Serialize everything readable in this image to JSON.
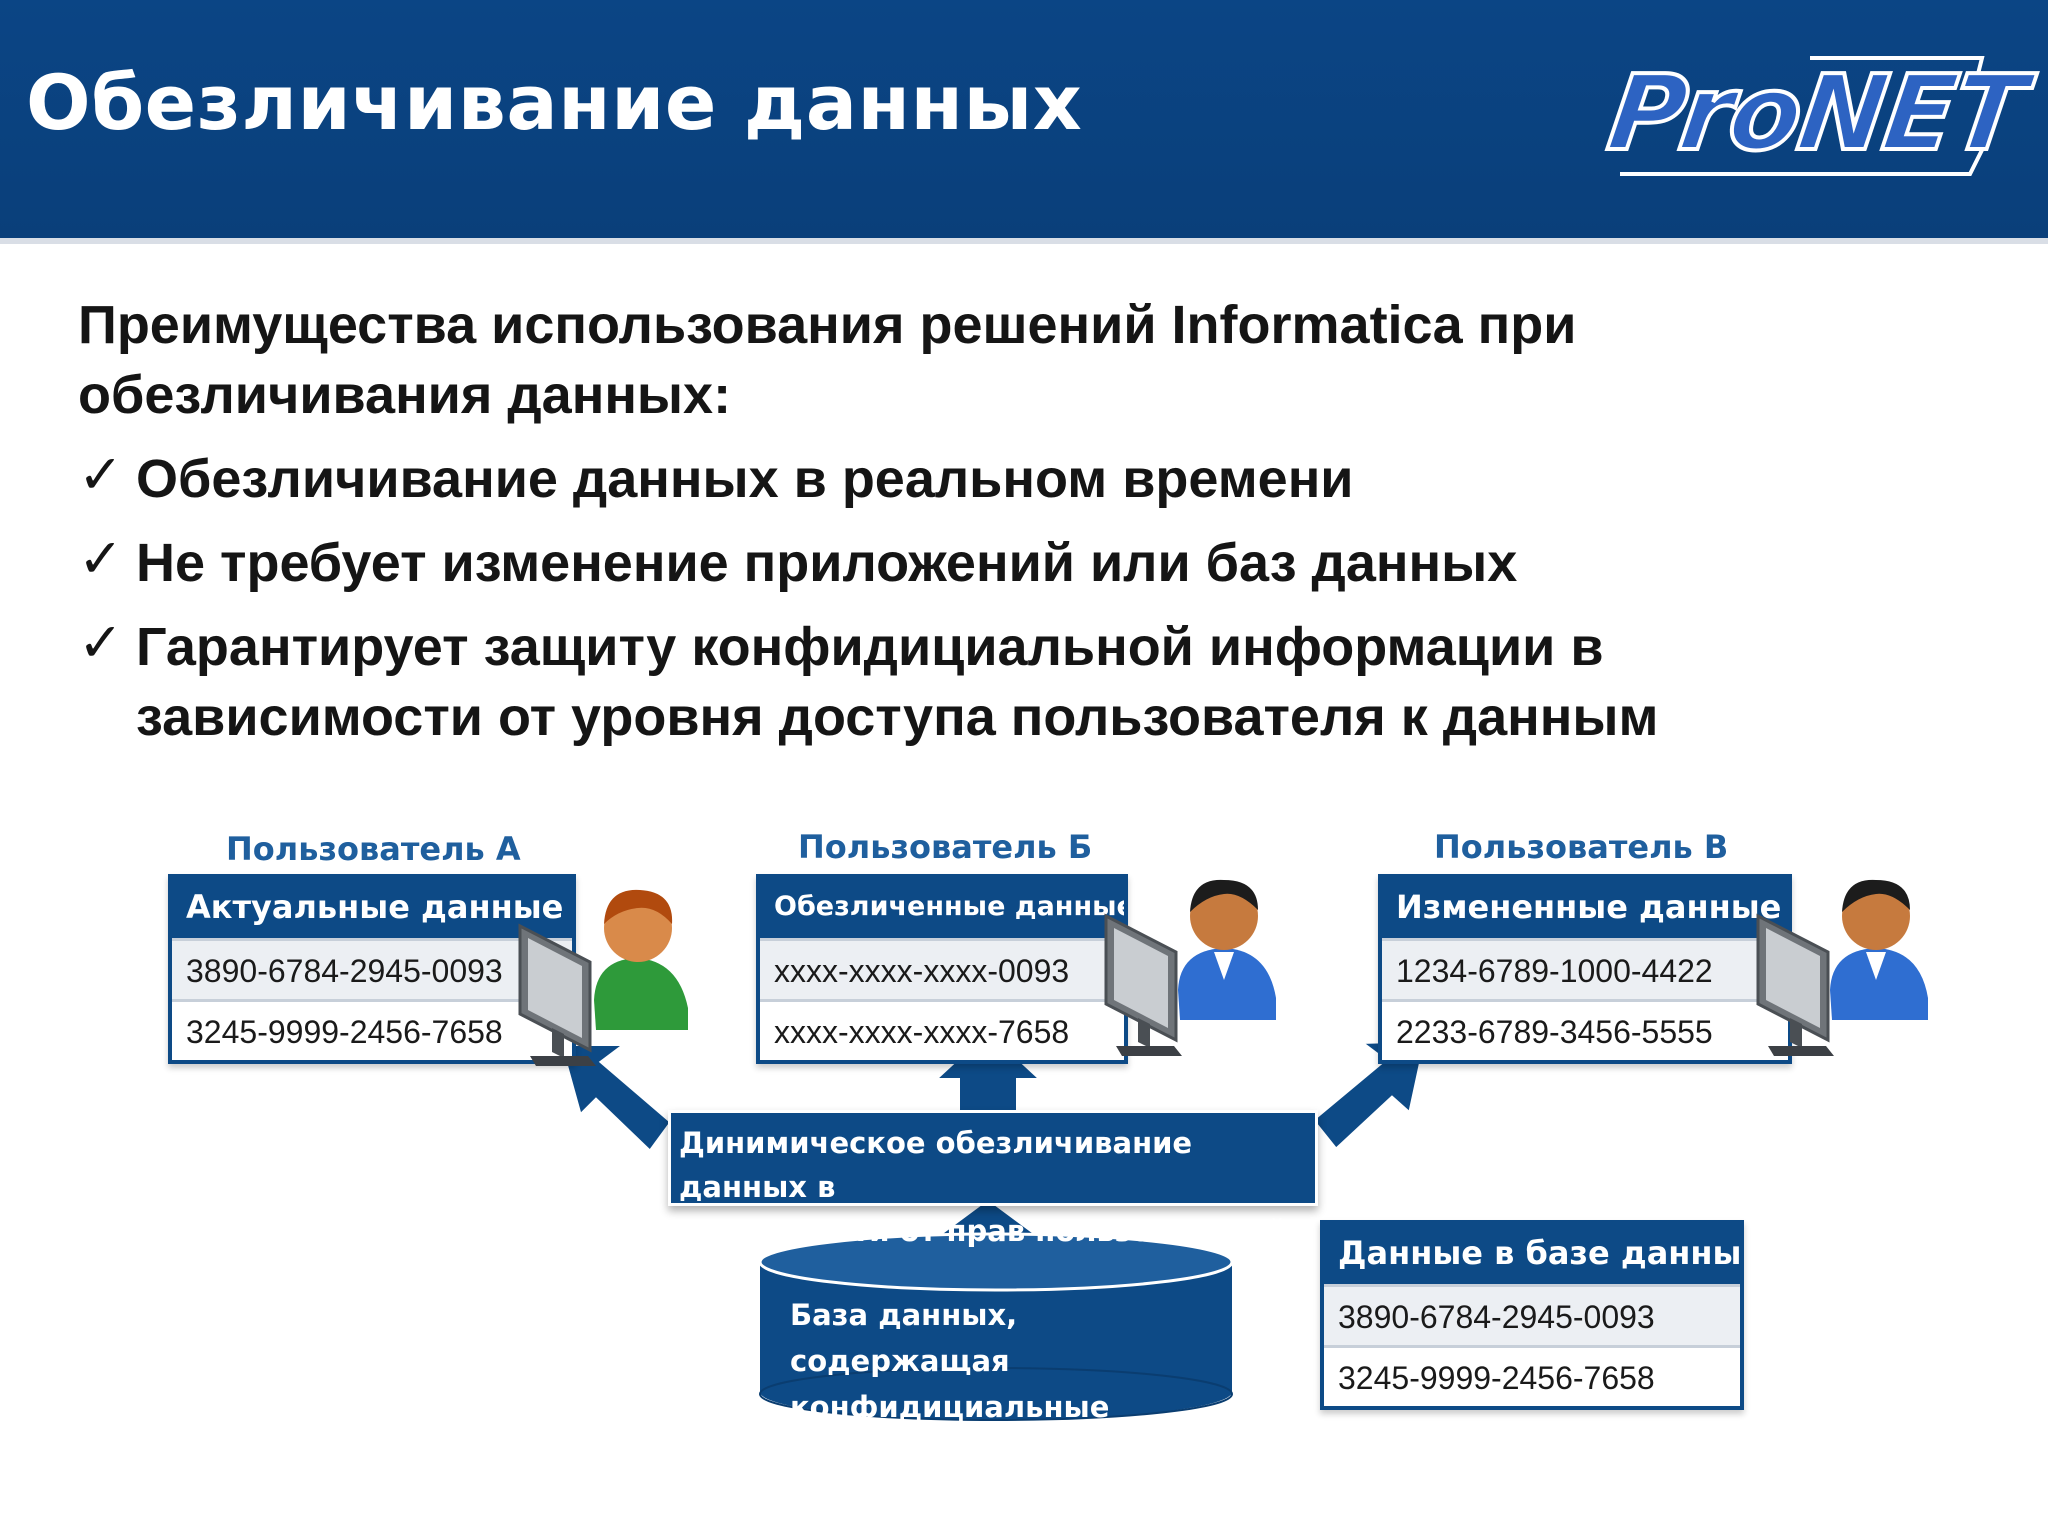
{
  "header": {
    "title": "Обезличивание данных",
    "logo_text": "ProNET"
  },
  "intro": {
    "line1": "Преимущества использования решений Informatica при",
    "line2": "обезличивания данных:"
  },
  "bullets": [
    {
      "check": "✓",
      "lines": [
        "Обезличивание данных в реальном времени"
      ]
    },
    {
      "check": "✓",
      "lines": [
        "Не требует изменение приложений или баз данных"
      ]
    },
    {
      "check": "✓",
      "lines": [
        "Гарантирует защиту конфидициальной информации в",
        "зависимости от уровня доступа пользователя к данным"
      ]
    }
  ],
  "diagram": {
    "users": [
      {
        "label": "Пользователь А",
        "table_header": "Актуальные данные",
        "rows": [
          "3890-6784-2945-0093",
          "3245-9999-2456-7658"
        ]
      },
      {
        "label": "Пользователь Б",
        "table_header": "Обезличенные данные",
        "rows": [
          "xxxx-xxxx-xxxx-0093",
          "xxxx-xxxx-xxxx-7658"
        ]
      },
      {
        "label": "Пользователь В",
        "table_header": "Измененные данные",
        "rows": [
          "1234-6789-1000-4422",
          "2233-6789-3456-5555"
        ]
      }
    ],
    "banner": {
      "line1": "Динимическое обезличивание данных в",
      "line2": "зависимости от прав пользователей"
    },
    "database": {
      "line1": "База данных, содержащая",
      "line2": "конфидициальные данные"
    },
    "db_table": {
      "header": "Данные в базе данных",
      "rows": [
        "3890-6784-2945-0093",
        "3245-9999-2456-7658"
      ]
    },
    "colors": {
      "primary_blue": "#0d4a86",
      "header_blue": "#0b4585",
      "label_blue": "#1f5f9e",
      "person_skin": "#d98a4a",
      "shirt_green": "#2e9a3a",
      "shirt_blue": "#2f6ed1"
    }
  }
}
